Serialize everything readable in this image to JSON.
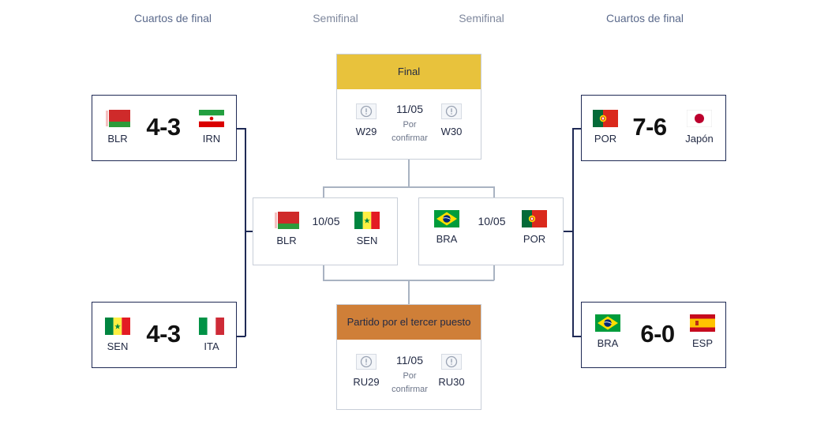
{
  "rounds": {
    "left_quarter": "Cuartos de final",
    "left_semi": "Semifinal",
    "right_semi": "Semifinal",
    "right_quarter": "Cuartos de final"
  },
  "quarterfinals": [
    {
      "home": "BLR",
      "home_flag": "belarus-flag",
      "score": "4-3",
      "away": "IRN",
      "away_flag": "iran-flag"
    },
    {
      "home": "SEN",
      "home_flag": "senegal-flag",
      "score": "4-3",
      "away": "ITA",
      "away_flag": "italy-flag"
    },
    {
      "home": "POR",
      "home_flag": "portugal-flag",
      "score": "7-6",
      "away": "Japón",
      "away_flag": "japan-flag"
    },
    {
      "home": "BRA",
      "home_flag": "brazil-flag",
      "score": "6-0",
      "away": "ESP",
      "away_flag": "spain-flag"
    }
  ],
  "semifinals": [
    {
      "home": "BLR",
      "home_flag": "belarus-flag",
      "date": "10/05",
      "away": "SEN",
      "away_flag": "senegal-flag"
    },
    {
      "home": "BRA",
      "home_flag": "brazil-flag",
      "date": "10/05",
      "away": "POR",
      "away_flag": "portugal-flag"
    }
  ],
  "final": {
    "title": "Final",
    "home": "W29",
    "away": "W30",
    "date": "11/05",
    "time_line1": "Por",
    "time_line2": "confirmar",
    "placeholder_icon": "exclamation-circle-icon",
    "header_color": "#e8c23c"
  },
  "third_place": {
    "title": "Partido por el tercer puesto",
    "home": "RU29",
    "away": "RU30",
    "date": "11/05",
    "time_line1": "Por",
    "time_line2": "confirmar",
    "placeholder_icon": "exclamation-circle-icon",
    "header_color": "#cf7f38"
  },
  "colors": {
    "card_border": "#1f2a55",
    "connector": "#a9b3c2",
    "round_title": "#5b6a8c"
  }
}
